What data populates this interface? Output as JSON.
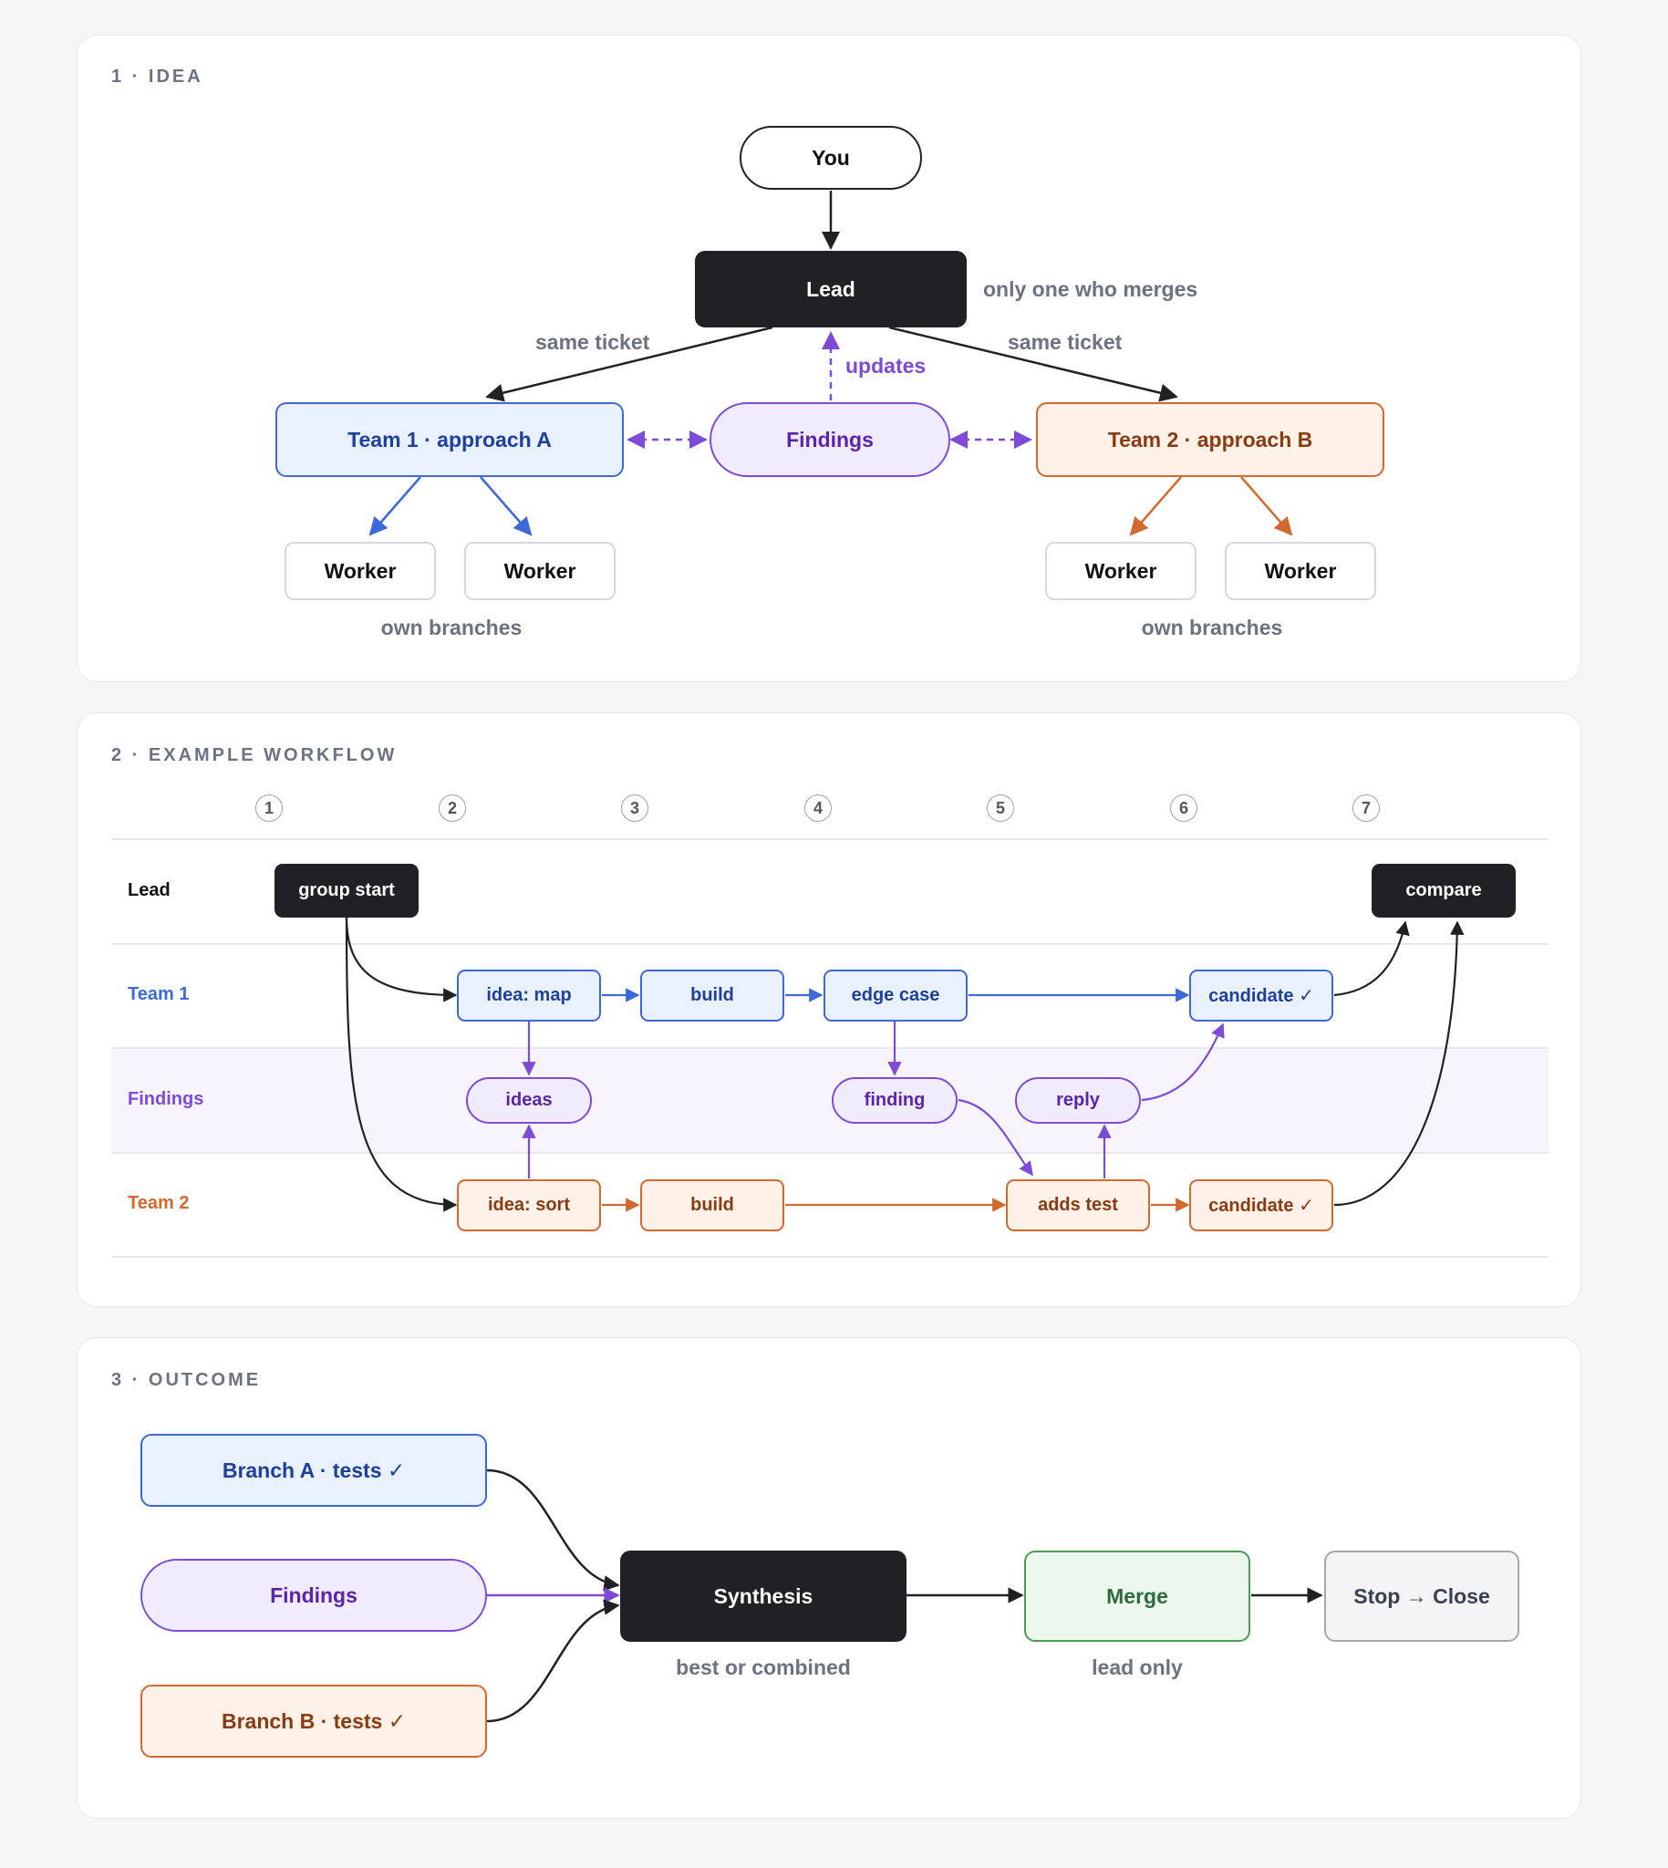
{
  "sections": {
    "idea": {
      "title": "1 · IDEA",
      "you": "You",
      "lead": "Lead",
      "lead_note": "only one who merges",
      "same_ticket_left": "same ticket",
      "same_ticket_right": "same ticket",
      "updates": "updates",
      "team1": "Team 1 · approach A",
      "findings": "Findings",
      "team2": "Team 2 · approach B",
      "worker": "Worker",
      "own_branches_left": "own branches",
      "own_branches_right": "own branches"
    },
    "workflow": {
      "title": "2 · EXAMPLE WORKFLOW",
      "steps": [
        "1",
        "2",
        "3",
        "4",
        "5",
        "6",
        "7"
      ],
      "lanes": {
        "lead": "Lead",
        "team1": "Team 1",
        "findings": "Findings",
        "team2": "Team 2"
      },
      "lead_nodes": {
        "group_start": "group start",
        "compare": "compare"
      },
      "team1_nodes": {
        "idea_map": "idea: map",
        "build": "build",
        "edge_case": "edge case",
        "candidate": "candidate ✓"
      },
      "findings_nodes": {
        "ideas": "ideas",
        "finding": "finding",
        "reply": "reply"
      },
      "team2_nodes": {
        "idea_sort": "idea: sort",
        "build": "build",
        "adds_test": "adds test",
        "candidate": "candidate ✓"
      }
    },
    "outcome": {
      "title": "3 · OUTCOME",
      "branch_a": "Branch A · tests ✓",
      "findings": "Findings",
      "branch_b": "Branch B · tests ✓",
      "synthesis": "Synthesis",
      "synthesis_note": "best or combined",
      "merge": "Merge",
      "merge_note": "lead only",
      "stop_close": "Stop → Close"
    }
  },
  "colors": {
    "dark": "#202125",
    "blue": "#3d68d8",
    "orange": "#d2692f",
    "purple": "#7d4bd6",
    "green": "#4c9b58",
    "gray": "#a3a7ae",
    "findings_lane": "#f8f4fe"
  }
}
